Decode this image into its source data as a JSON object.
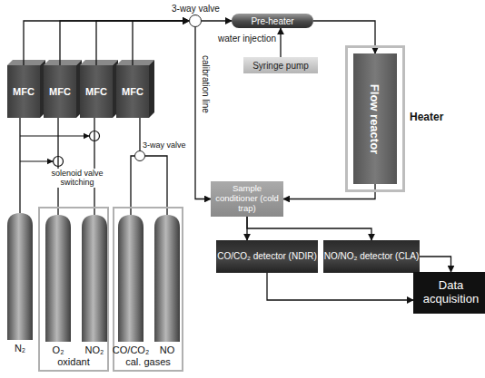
{
  "diagram": {
    "nodes": [
      {
        "text": [
          "MFC"
        ]
      },
      {
        "text": [
          "MFC"
        ]
      },
      {
        "text": [
          "MFC"
        ]
      },
      {
        "text": [
          "MFC"
        ]
      },
      {
        "text": [
          "3-way valve"
        ]
      },
      {
        "text": [
          "Pre-heater"
        ]
      },
      {
        "text": [
          "Syringe pump"
        ]
      },
      {
        "text": [
          "Heater"
        ]
      },
      {
        "text": [
          "Flow reactor"
        ],
        "in": 7
      },
      {
        "text": [
          "3-way valve"
        ]
      },
      {
        "text": [
          "Sample conditioner (cold trap)"
        ]
      },
      {
        "text": [
          "CO/CO₂ detector (NDIR)"
        ]
      },
      {
        "text": [
          "NO/NO₂ detector (CLA)"
        ]
      },
      {
        "text": [
          "Data acquisition"
        ]
      },
      {
        "text": [
          "N₂"
        ]
      },
      {
        "text": [
          "oxidant"
        ]
      },
      {
        "text": [
          "O₂"
        ],
        "in": 15
      },
      {
        "text": [
          "NO₂"
        ],
        "in": 15
      },
      {
        "text": [
          "cal. gases"
        ]
      },
      {
        "text": [
          "CO/CO₂"
        ],
        "in": 18
      },
      {
        "text": [
          "NO"
        ],
        "in": 18
      }
    ],
    "edges": [
      {
        "from": 0,
        "to": 4,
        "arrow": "to"
      },
      {
        "from": 1,
        "to": 4,
        "arrow": "to"
      },
      {
        "from": 2,
        "to": 4,
        "arrow": "to"
      },
      {
        "from": 3,
        "to": 4,
        "arrow": "to"
      },
      {
        "from": 4,
        "to": 5,
        "arrow": "to"
      },
      {
        "from": 5,
        "to": 8,
        "arrow": "to"
      },
      {
        "from": 6,
        "to": 5,
        "label": "water injection",
        "arrow": "to"
      },
      {
        "from": 4,
        "to": 10,
        "label": "calibration line",
        "arrow": "to"
      },
      {
        "from": 8,
        "to": 10,
        "arrow": "to"
      },
      {
        "from": 10,
        "to": 11,
        "arrow": "to"
      },
      {
        "from": 10,
        "to": 12,
        "arrow": "to"
      },
      {
        "from": 11,
        "to": 13,
        "arrow": "to"
      },
      {
        "from": 12,
        "to": 13,
        "arrow": "to"
      },
      {
        "from": 14,
        "to": 0,
        "arrow": "none"
      },
      {
        "from": 16,
        "to": 1,
        "arrow": "none"
      },
      {
        "from": 17,
        "to": 2,
        "arrow": "none"
      },
      {
        "from": 19,
        "to": 9,
        "arrow": "none"
      },
      {
        "from": 20,
        "to": 9,
        "arrow": "none"
      },
      {
        "from": 9,
        "to": 3,
        "arrow": "none"
      }
    ],
    "labels": [
      "solenoid valve switching"
    ]
  }
}
